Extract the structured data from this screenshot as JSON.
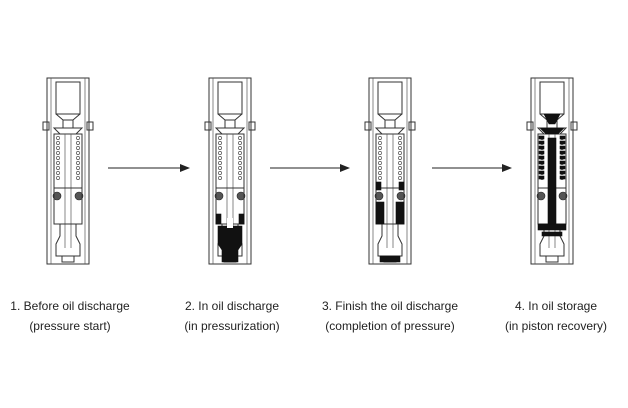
{
  "colors": {
    "line": "#333333",
    "oil": "#111111",
    "ball": "#555555",
    "text": "#222222",
    "background": "#ffffff"
  },
  "stages": [
    {
      "title": "1. Before oil discharge",
      "subtitle": "(pressure start)"
    },
    {
      "title": "2. In oil discharge",
      "subtitle": "(in pressurization)"
    },
    {
      "title": "3. Finish the oil discharge",
      "subtitle": "(completion of pressure)"
    },
    {
      "title": "4. In oil storage",
      "subtitle": "(in piston recovery)"
    }
  ],
  "arrow_count": 3
}
